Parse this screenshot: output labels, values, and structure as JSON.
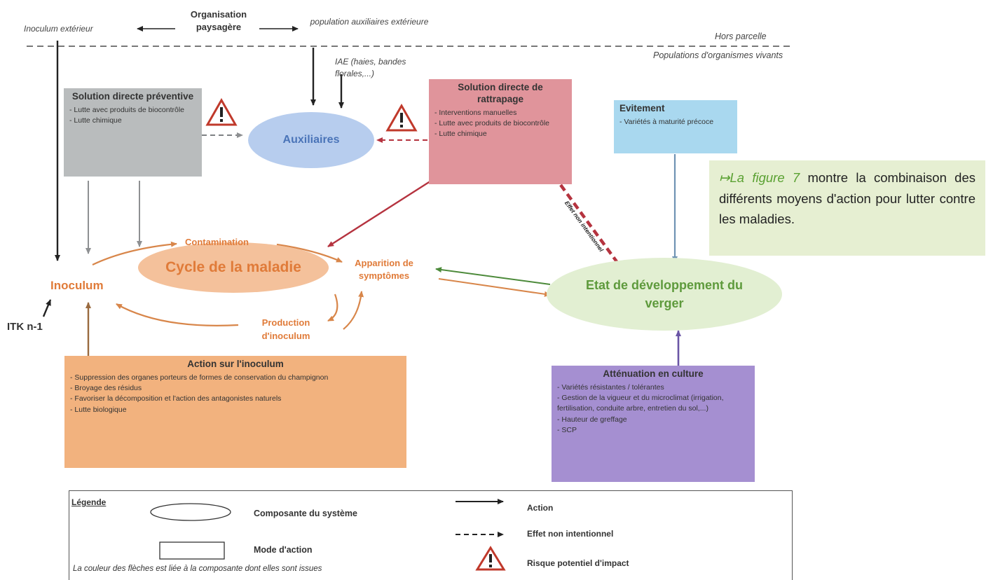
{
  "top": {
    "inoculum_ext": "Inoculum extérieur",
    "organisation": "Organisation paysagère",
    "population": "population auxiliaires extérieure",
    "hors_parcelle": "Hors parcelle",
    "populations_vivants": "Populations d'organismes vivants",
    "iae": "IAE (haies, bandes florales,...)"
  },
  "boxes": {
    "preventive": {
      "title": "Solution directe préventive",
      "items": [
        "Lutte avec produits de biocontrôle",
        "Lutte chimique"
      ],
      "color": "#b9bcbd"
    },
    "rattrapage": {
      "title": "Solution directe de rattrapage",
      "items": [
        "Interventions manuelles",
        "Lutte avec produits de biocontrôle",
        "Lutte chimique"
      ],
      "color": "#e0949b"
    },
    "evitement": {
      "title": "Evitement",
      "items": [
        "Variétés à maturité précoce"
      ],
      "color": "#a9d8ef"
    },
    "inoculum_action": {
      "title": "Action sur l'inoculum",
      "items": [
        "Suppression des organes porteurs de formes de conservation du champignon",
        "Broyage des résidus",
        "Favoriser la décomposition et l'action des antagonistes naturels",
        "Lutte biologique"
      ],
      "color": "#f2b27e"
    },
    "attenuation": {
      "title": "Atténuation en culture",
      "items": [
        "Variétés résistantes / tolérantes",
        "Gestion de la vigueur et du microclimat (irrigation, fertilisation, conduite arbre, entretien du sol,...)",
        "Hauteur de greffage",
        "SCP"
      ],
      "color": "#a58fd1"
    }
  },
  "nodes": {
    "auxiliaires": "Auxiliaires",
    "cycle": "Cycle de la maladie",
    "etat": "Etat de développement du verger",
    "inoculum": "Inoculum",
    "contamination": "Contamination",
    "apparition": "Apparition de symptômes",
    "production": "Production d'inoculum",
    "itk": "ITK n-1",
    "effet_non_intentionnel_arrow": "Effet non intentionnel"
  },
  "callout": {
    "ref": "↦La figure 7",
    "text": " montre la combinaison des différents moyens d'action pour lutter contre les maladies."
  },
  "legend": {
    "title": "Légende",
    "composante": "Composante du système",
    "mode": "Mode d'action",
    "note": "La couleur des flèches est liée à la composante dont elles sont issues",
    "action": "Action",
    "effet": "Effet non intentionnel",
    "risque": "Risque potentiel d'impact"
  },
  "colors": {
    "auxiliaires_fill": "#b7cdee",
    "cycle_fill": "#f4c19b",
    "etat_fill": "#e2efd2",
    "orange_text": "#e07b39",
    "auxiliaires_text": "#4a74b8",
    "etat_text": "#5e9a3c",
    "callout_bg": "#e6efd2"
  }
}
